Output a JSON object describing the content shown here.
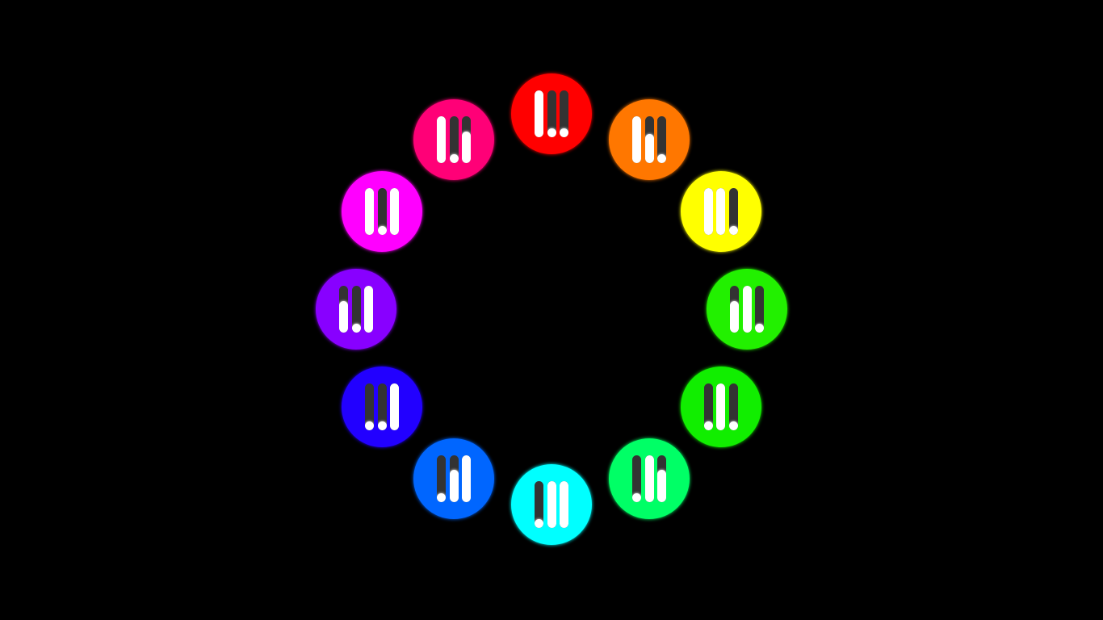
{
  "icons": [
    {
      "name": "red",
      "color": "#ff0000",
      "levels": [
        1,
        0,
        0
      ]
    },
    {
      "name": "orange",
      "color": "#ff7700",
      "levels": [
        1,
        0.55,
        0
      ]
    },
    {
      "name": "yellow",
      "color": "#ffff00",
      "levels": [
        1,
        1,
        0
      ]
    },
    {
      "name": "chartreuse",
      "color": "#22f000",
      "levels": [
        0.6,
        1,
        0
      ]
    },
    {
      "name": "green",
      "color": "#11ee00",
      "levels": [
        0,
        1,
        0
      ]
    },
    {
      "name": "spring-green",
      "color": "#00ff66",
      "levels": [
        0,
        1,
        0.6
      ]
    },
    {
      "name": "cyan",
      "color": "#00ffff",
      "levels": [
        0,
        1,
        1
      ]
    },
    {
      "name": "azure",
      "color": "#0066ff",
      "levels": [
        0,
        0.6,
        1
      ]
    },
    {
      "name": "blue",
      "color": "#2200ff",
      "levels": [
        0,
        0,
        1
      ]
    },
    {
      "name": "violet",
      "color": "#8800ff",
      "levels": [
        0.6,
        0,
        1
      ]
    },
    {
      "name": "magenta",
      "color": "#ff00ff",
      "levels": [
        1,
        0,
        1
      ]
    },
    {
      "name": "rose",
      "color": "#ff0077",
      "levels": [
        1,
        0,
        0.6
      ]
    }
  ]
}
